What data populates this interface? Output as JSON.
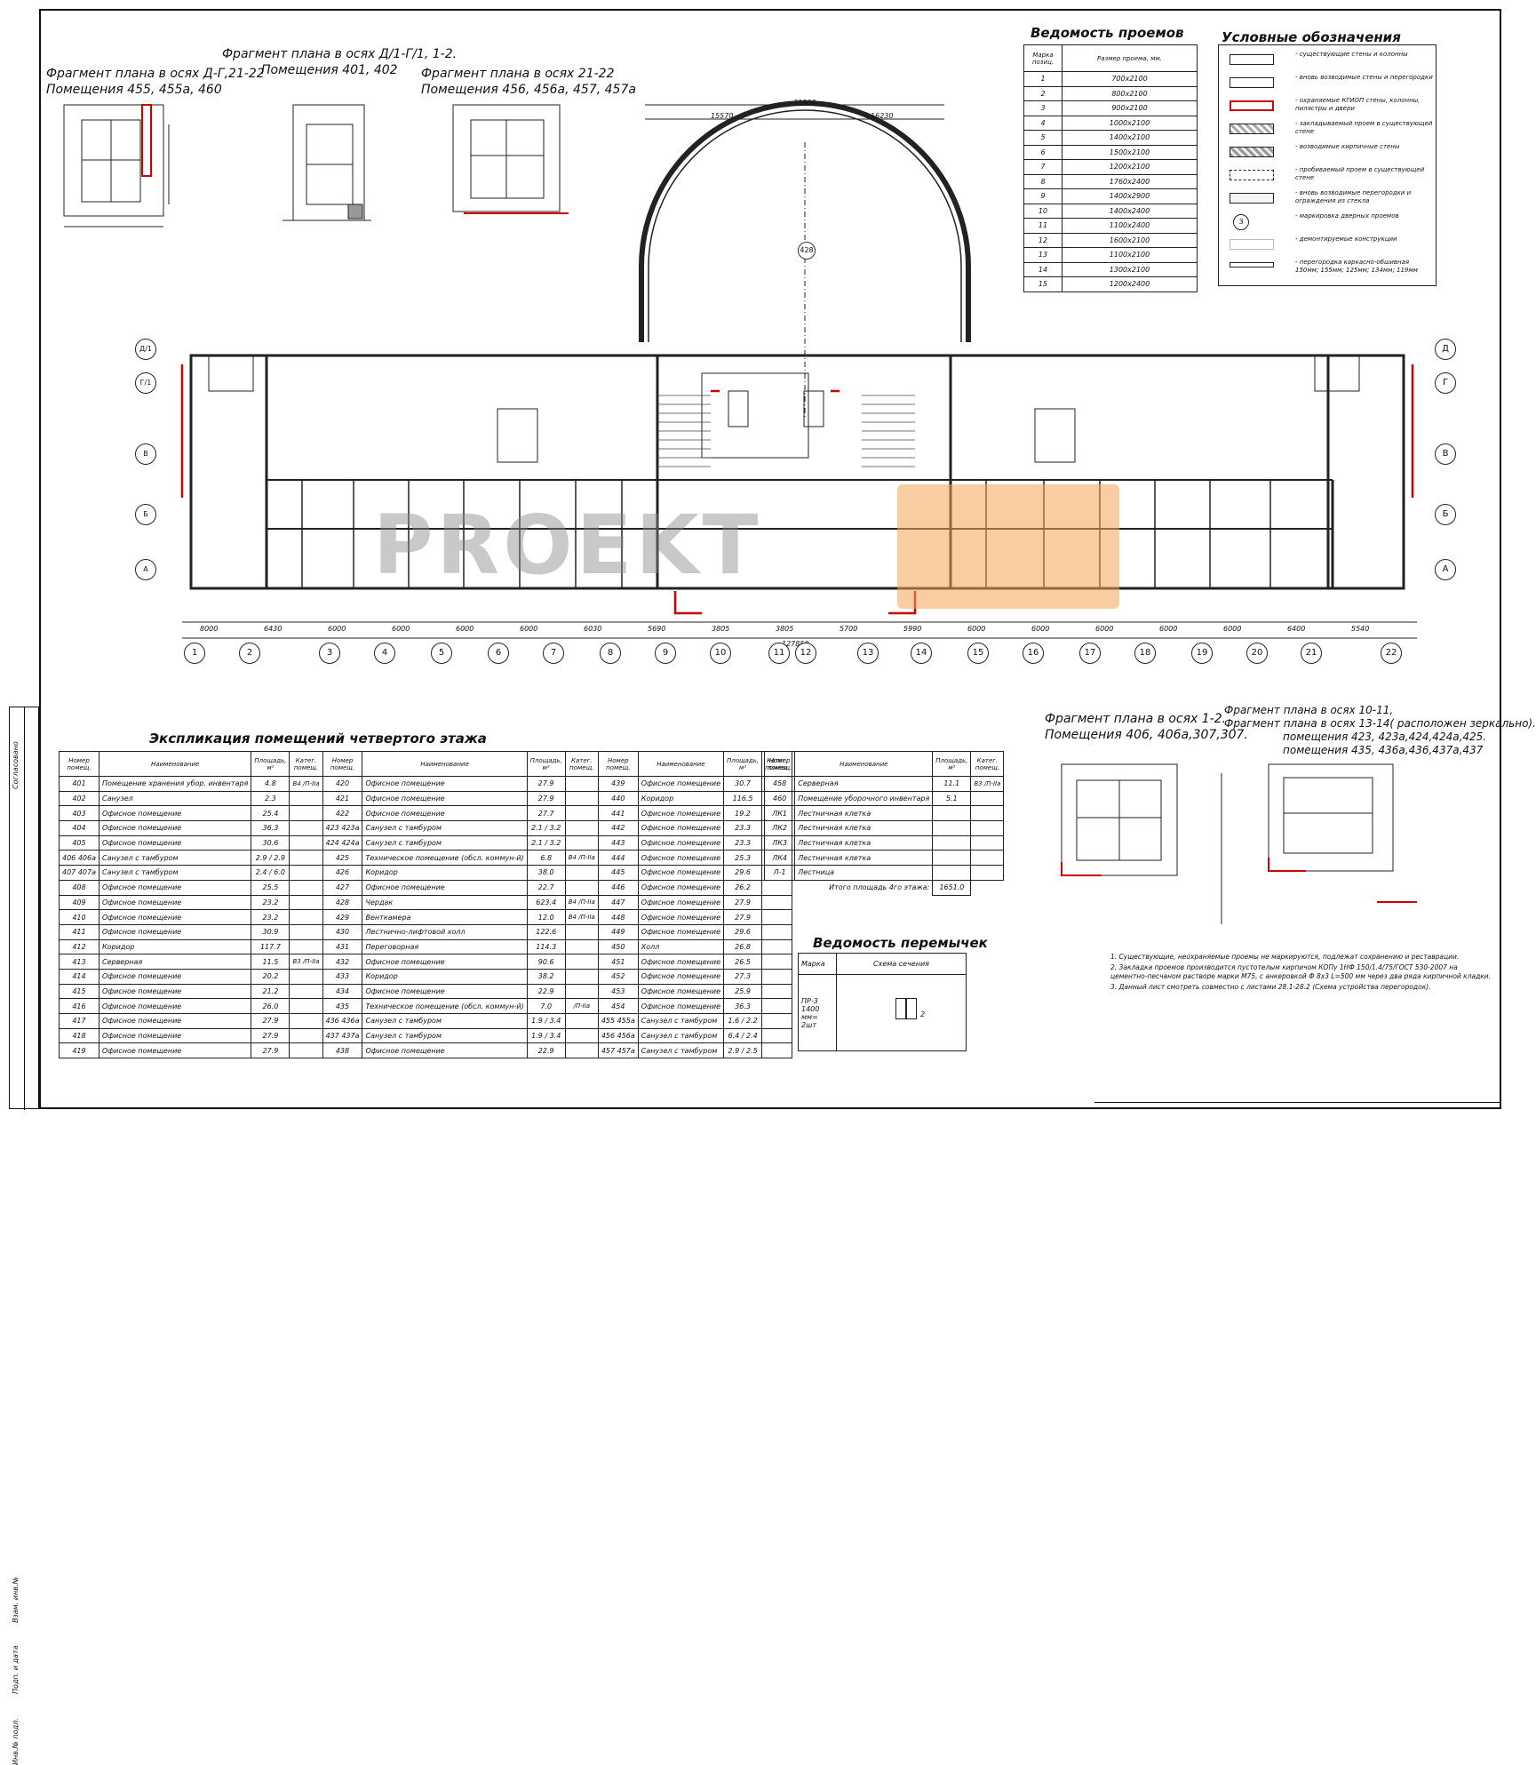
{
  "titles": {
    "frag1": [
      "Фрагмент плана в осях Д-Г,21-22",
      "Помещения 455, 455а, 460"
    ],
    "frag2": [
      "Фрагмент плана в осях Д/1-Г/1, 1-2.",
      "Помещения 401, 402"
    ],
    "frag3": [
      "Фрагмент плана в осях 21-22",
      "Помещения 456, 456а, 457, 457а"
    ],
    "frag4": [
      "Фрагмент плана в осях 1-2.",
      "Помещения 406, 406а,307,307."
    ],
    "frag5": [
      "Фрагмент плана в осях 10-11,",
      "Фрагмент плана в осях 13-14( расположен зеркально).",
      "помещения 423, 423а,424,424а,425.",
      "помещения 435, 436а,436,437а,437"
    ]
  },
  "openings": {
    "title": "Ведомость проемов",
    "headers": [
      "Марка позиц.",
      "Размер проема, мм."
    ],
    "rows": [
      [
        "1",
        "700х2100"
      ],
      [
        "2",
        "800х2100"
      ],
      [
        "3",
        "900х2100"
      ],
      [
        "4",
        "1000х2100"
      ],
      [
        "5",
        "1400х2100"
      ],
      [
        "6",
        "1500х2100"
      ],
      [
        "7",
        "1200х2100"
      ],
      [
        "8",
        "1760х2400"
      ],
      [
        "9",
        "1400х2900"
      ],
      [
        "10",
        "1400х2400"
      ],
      [
        "11",
        "1100х2400"
      ],
      [
        "12",
        "1600х2100"
      ],
      [
        "13",
        "1100х2100"
      ],
      [
        "14",
        "1300х2100"
      ],
      [
        "15",
        "1200х2400"
      ]
    ]
  },
  "legend": {
    "title": "Условные обозначения",
    "items": [
      "- существующие стены и колонны",
      "- вновь возводимые стены и перегородки",
      "- охраняемые КГИОП стены, колонны, пилястры и двери",
      "- закладываемый проем в существующей стене",
      "- возводимые кирпичные стены",
      "- пробиваемый проем в существующей стене",
      "- вновь возводимые перегородки и ограждения из стекла",
      "- маркировка дверных проемов",
      "- демонтируемые конструкции",
      "- перегородка каркасно-обшивная 150мм; 155мм; 125мм; 134мм; 119мм"
    ],
    "marker": "3"
  },
  "explication": {
    "title": "Экспликация помещений четвертого этажа",
    "headers": [
      "Номер помещ.",
      "Наименование",
      "Площадь, м²",
      "Катег. помещ."
    ],
    "col1": [
      [
        "401",
        "Помещение хранения убор. инвентаря",
        "4.8",
        "В4 /П-IIа"
      ],
      [
        "402",
        "Санузел",
        "2.3",
        ""
      ],
      [
        "403",
        "Офисное помещение",
        "25.4",
        ""
      ],
      [
        "404",
        "Офисное помещение",
        "36.3",
        ""
      ],
      [
        "405",
        "Офисное помещение",
        "30.6",
        ""
      ],
      [
        "406 406а",
        "Санузел с тамбуром",
        "2.9 / 2.9",
        ""
      ],
      [
        "407 407а",
        "Санузел с тамбуром",
        "2.4 / 6.0",
        ""
      ],
      [
        "408",
        "Офисное помещение",
        "25.5",
        ""
      ],
      [
        "409",
        "Офисное помещение",
        "23.2",
        ""
      ],
      [
        "410",
        "Офисное помещение",
        "23.2",
        ""
      ],
      [
        "411",
        "Офисное помещение",
        "30.9",
        ""
      ],
      [
        "412",
        "Коридор",
        "117.7",
        ""
      ],
      [
        "413",
        "Серверная",
        "11.5",
        "В3 /П-IIа"
      ],
      [
        "414",
        "Офисное помещение",
        "20.2",
        ""
      ],
      [
        "415",
        "Офисное помещение",
        "21.2",
        ""
      ],
      [
        "416",
        "Офисное помещение",
        "26.0",
        ""
      ],
      [
        "417",
        "Офисное помещение",
        "27.9",
        ""
      ],
      [
        "418",
        "Офисное помещение",
        "27.9",
        ""
      ],
      [
        "419",
        "Офисное помещение",
        "27.9",
        ""
      ]
    ],
    "col2": [
      [
        "420",
        "Офисное помещение",
        "27.9",
        ""
      ],
      [
        "421",
        "Офисное помещение",
        "27.9",
        ""
      ],
      [
        "422",
        "Офисное помещение",
        "27.7",
        ""
      ],
      [
        "423 423а",
        "Санузел с тамбуром",
        "2.1 / 3.2",
        ""
      ],
      [
        "424 424а",
        "Санузел с тамбуром",
        "2.1 / 3.2",
        ""
      ],
      [
        "425",
        "Техническое помещение (обсл. коммун-й)",
        "6.8",
        "В4 /П-IIа"
      ],
      [
        "426",
        "Коридор",
        "38.0",
        ""
      ],
      [
        "427",
        "Офисное помещение",
        "22.7",
        ""
      ],
      [
        "428",
        "Чердак",
        "623.4",
        "В4 /П-IIа"
      ],
      [
        "429",
        "Венткамера",
        "12.0",
        "В4 /П-IIа"
      ],
      [
        "430",
        "Лестнично-лифтовой холл",
        "122.6",
        ""
      ],
      [
        "431",
        "Переговорная",
        "114.3",
        ""
      ],
      [
        "432",
        "Офисное помещение",
        "90.6",
        ""
      ],
      [
        "433",
        "Коридор",
        "38.2",
        ""
      ],
      [
        "434",
        "Офисное помещение",
        "22.9",
        ""
      ],
      [
        "435",
        "Техническое помещение (обсл. коммун-й)",
        "7.0",
        "/П-IIа"
      ],
      [
        "436 436а",
        "Санузел с тамбуром",
        "1.9 / 3.4",
        ""
      ],
      [
        "437 437а",
        "Санузел с тамбуром",
        "1.9 / 3.4",
        ""
      ],
      [
        "438",
        "Офисное помещение",
        "22.9",
        ""
      ]
    ],
    "col3": [
      [
        "439",
        "Офисное помещение",
        "30.7",
        ""
      ],
      [
        "440",
        "Коридор",
        "116.5",
        ""
      ],
      [
        "441",
        "Офисное помещение",
        "19.2",
        ""
      ],
      [
        "442",
        "Офисное помещение",
        "23.3",
        ""
      ],
      [
        "443",
        "Офисное помещение",
        "23.3",
        ""
      ],
      [
        "444",
        "Офисное помещение",
        "25.3",
        ""
      ],
      [
        "445",
        "Офисное помещение",
        "29.6",
        ""
      ],
      [
        "446",
        "Офисное помещение",
        "26.2",
        ""
      ],
      [
        "447",
        "Офисное помещение",
        "27.9",
        ""
      ],
      [
        "448",
        "Офисное помещение",
        "27.9",
        ""
      ],
      [
        "449",
        "Офисное помещение",
        "29.6",
        ""
      ],
      [
        "450",
        "Холл",
        "26.8",
        ""
      ],
      [
        "451",
        "Офисное помещение",
        "26.5",
        ""
      ],
      [
        "452",
        "Офисное помещение",
        "27.3",
        ""
      ],
      [
        "453",
        "Офисное помещение",
        "25.9",
        ""
      ],
      [
        "454",
        "Офисное помещение",
        "36.3",
        ""
      ],
      [
        "455 455а",
        "Санузел с тамбуром",
        "1.6 / 2.2",
        ""
      ],
      [
        "456 456а",
        "Санузел с тамбуром",
        "6.4 / 2.4",
        ""
      ],
      [
        "457 457а",
        "Санузел с тамбуром",
        "2.9 / 2.5",
        ""
      ]
    ],
    "col4": [
      [
        "458",
        "Серверная",
        "11.1",
        "В3 /П-IIа"
      ],
      [
        "460",
        "Помещение уборочного инвентаря",
        "5.1",
        ""
      ],
      [
        "ЛК1",
        "Лестничная клетка",
        "",
        ""
      ],
      [
        "ЛК2",
        "Лестничная клетка",
        "",
        ""
      ],
      [
        "ЛК3",
        "Лестничная клетка",
        "",
        ""
      ],
      [
        "ЛК4",
        "Лестничная клетка",
        "",
        ""
      ],
      [
        "Л-1",
        "Лестница",
        "",
        ""
      ]
    ],
    "total_label": "Итого площадь 4го этажа:",
    "total_value": "1651.0"
  },
  "lintels": {
    "title": "Ведомость перемычек",
    "headers": [
      "Марка",
      "Схема сечения"
    ],
    "mark": [
      "ПР-3",
      "1400 мм=",
      "2шт"
    ],
    "count": "2"
  },
  "notes": [
    "1. Существующие, неохраняемые проемы не маркируются, подлежат сохранению и реставрации.",
    "2. Закладка проемов производится пустотелым кирпичом КОПу 1НФ 150/1.4/75/ГОСТ 530-2007 на цементно-песчаном растворе марки М75, с анкеровкой Ф 8х3 L=500 мм через два ряда кирпичной кладки.",
    "3. Данный лист смотреть совместно с листами 28.1-28.2 (Схема устройства перегородок)."
  ],
  "axes_bottom": [
    "1",
    "2",
    "3",
    "4",
    "5",
    "6",
    "7",
    "8",
    "9",
    "10",
    "11",
    "12",
    "13",
    "14",
    "15",
    "16",
    "17",
    "18",
    "19",
    "20",
    "21",
    "22"
  ],
  "axes_left": [
    "Д/1",
    "Г/1",
    "В",
    "Б",
    "А"
  ],
  "axes_right": [
    "Д",
    "Г",
    "В",
    "Б",
    "А"
  ],
  "dims_bottom": [
    "8000",
    "6430",
    "6000",
    "6000",
    "6000",
    "6000",
    "6030",
    "5690",
    "3805",
    "3805",
    "5700",
    "5990",
    "6000",
    "6000",
    "6000",
    "6000",
    "6000",
    "6400",
    "5540"
  ],
  "overall_dim": "127850",
  "rotunda_room": "428",
  "dome_dims": [
    "31800",
    "15570",
    "16230"
  ],
  "title_block": [
    "Согласовано",
    "Взам. инв.№",
    "Подп. и дата",
    "Инв.№ подл."
  ],
  "watermark": "PROEKT"
}
